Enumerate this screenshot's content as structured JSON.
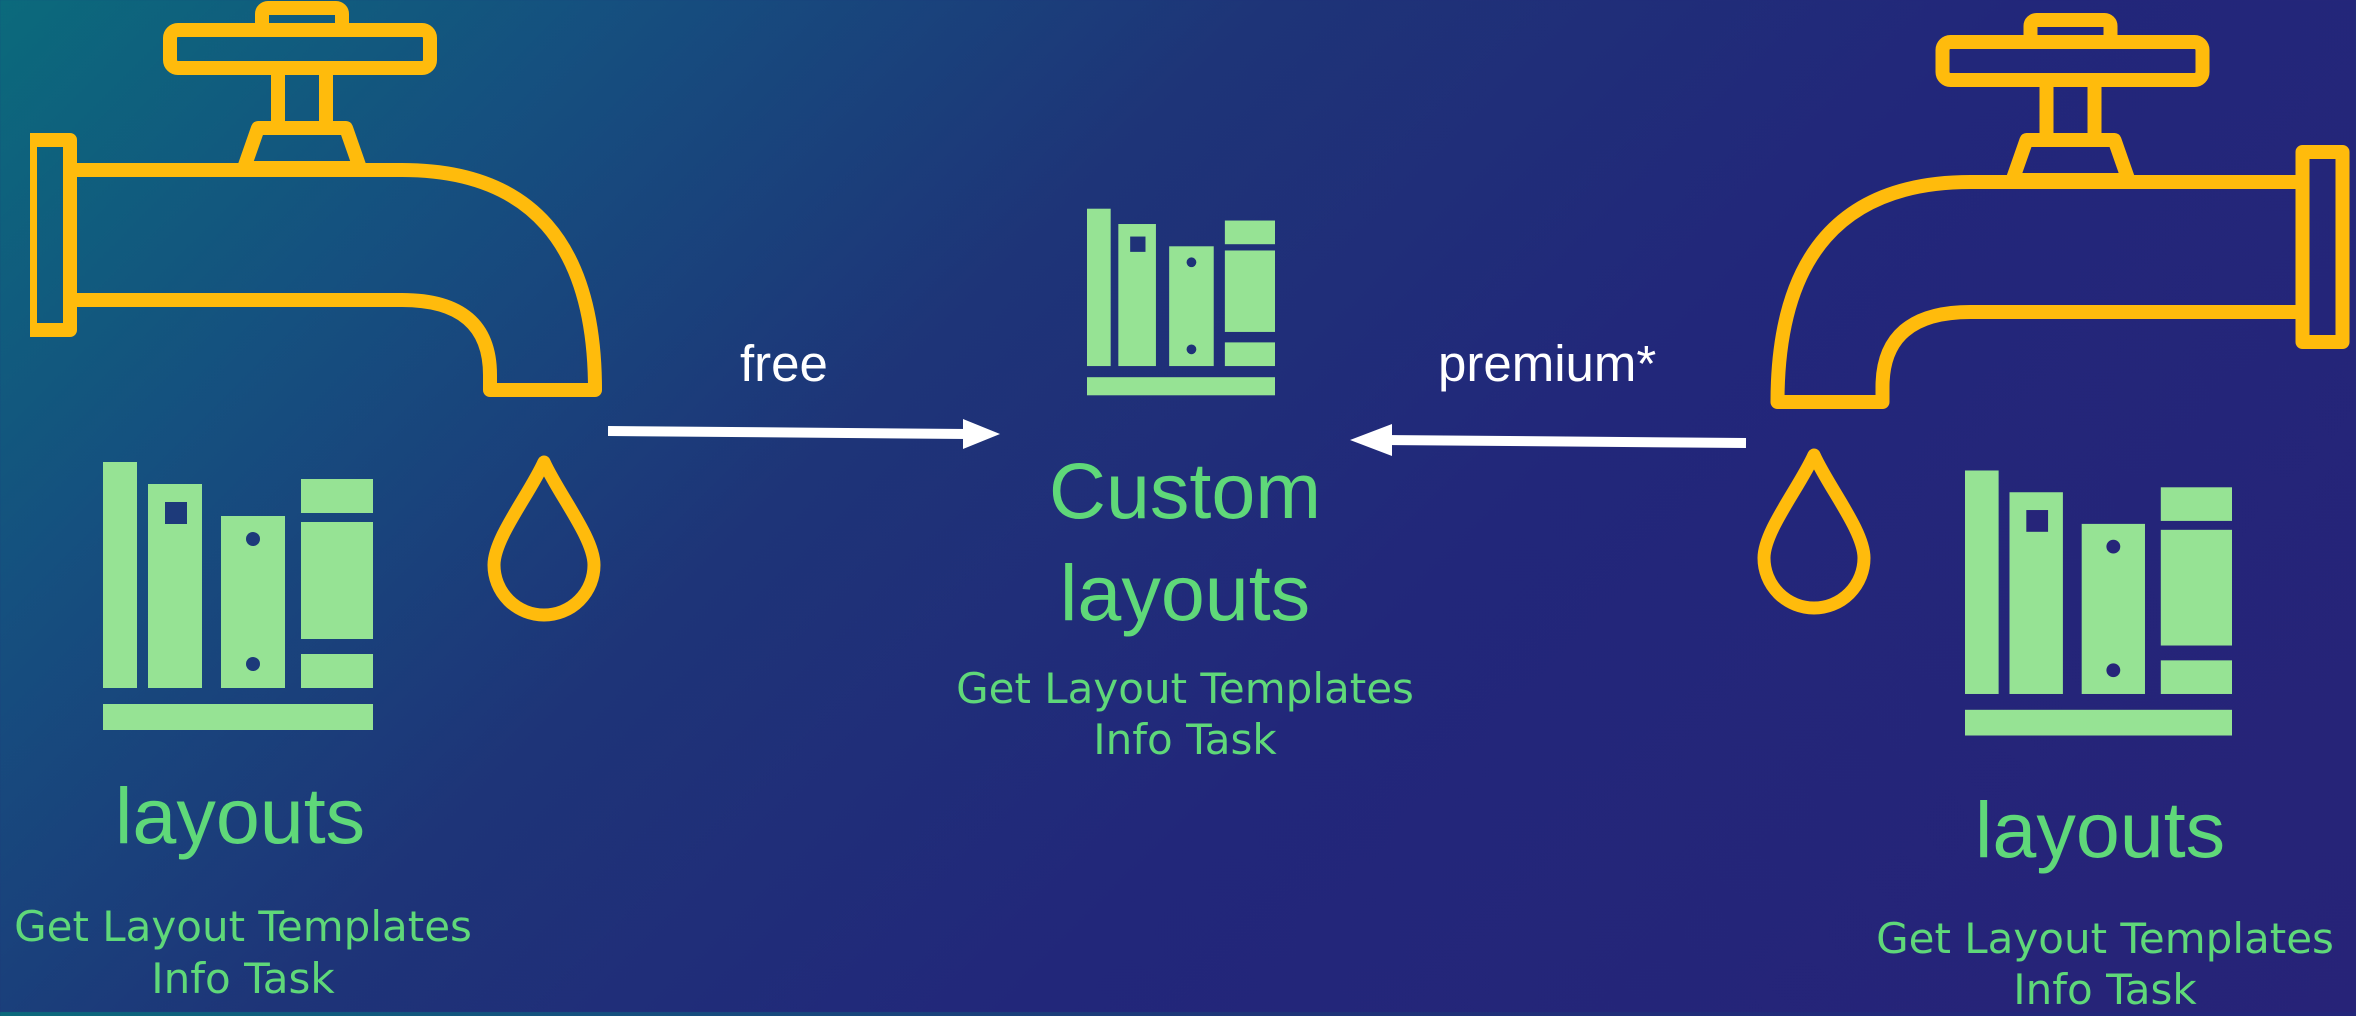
{
  "colors": {
    "faucet": "#ffbb0c",
    "library": "#96e394",
    "label_green": "#5fd879",
    "arrow": "#ffffff"
  },
  "left": {
    "title": "layouts",
    "sub_line1": "Get Layout Templates",
    "sub_line2": "Info Task"
  },
  "center": {
    "title_line1": "Custom",
    "title_line2": "layouts",
    "sub_line1": "Get Layout Templates",
    "sub_line2": "Info Task"
  },
  "right": {
    "title": "layouts",
    "sub_line1": "Get Layout Templates",
    "sub_line2": "Info Task"
  },
  "arrows": {
    "free_label": "free",
    "premium_label": "premium*"
  },
  "icons": [
    "faucet-icon",
    "water-drop-icon",
    "library-books-icon",
    "arrow-right-icon",
    "arrow-left-icon"
  ]
}
